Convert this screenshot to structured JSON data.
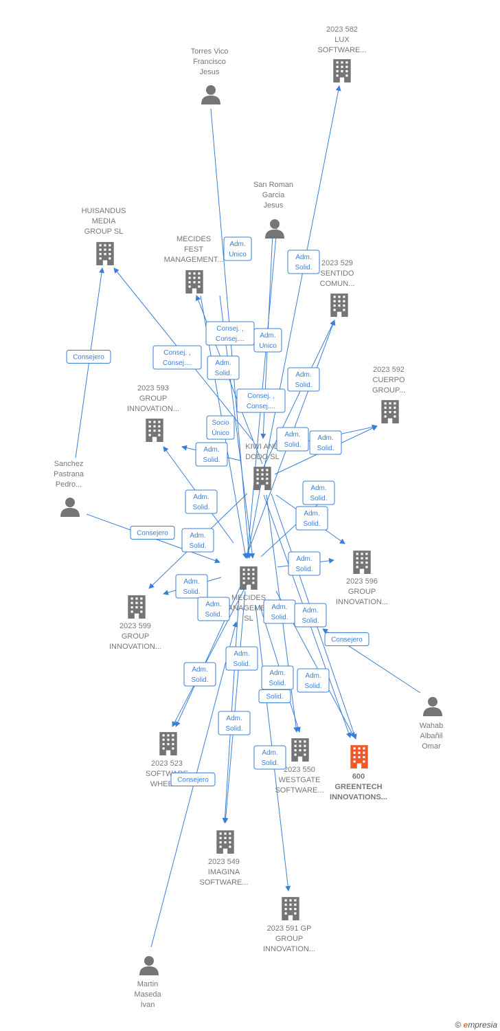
{
  "colors": {
    "edge": "#3a7fd5",
    "node": "#757575",
    "highlight": "#f05a28"
  },
  "nodes": [
    {
      "id": "lux",
      "type": "company",
      "lines": [
        "2023 582",
        "LUX",
        "SOFTWARE..."
      ]
    },
    {
      "id": "torres",
      "type": "person",
      "lines": [
        "Torres Vico",
        "Francisco",
        "Jesus"
      ]
    },
    {
      "id": "sanroman",
      "type": "person",
      "lines": [
        "San Roman",
        "Garcia",
        "Jesus"
      ]
    },
    {
      "id": "huisandus",
      "type": "company",
      "lines": [
        "HUISANDUS",
        "MEDIA",
        "GROUP  SL"
      ]
    },
    {
      "id": "mecidesfest",
      "type": "company",
      "lines": [
        "MECIDES",
        "FEST",
        "MANAGEMENT..."
      ]
    },
    {
      "id": "s529",
      "type": "company",
      "lines": [
        "2023 529",
        "SENTIDO",
        "COMUN..."
      ]
    },
    {
      "id": "s592",
      "type": "company",
      "lines": [
        "2023 592",
        "CUERPO",
        "GROUP..."
      ]
    },
    {
      "id": "s593",
      "type": "company",
      "lines": [
        "2023 593",
        "GROUP",
        "INNOVATION..."
      ]
    },
    {
      "id": "kiwi",
      "type": "company",
      "lines": [
        "KIWI AND",
        "DODO  SL"
      ]
    },
    {
      "id": "sanchez",
      "type": "person",
      "lines": [
        "Sanchez",
        "Pastrana",
        "Pedro..."
      ]
    },
    {
      "id": "s596",
      "type": "company",
      "lines": [
        "2023 596",
        "GROUP",
        "INNOVATION..."
      ]
    },
    {
      "id": "mecidesmgmt",
      "type": "company",
      "lines": [
        "MECIDES",
        "MANAGEMENT",
        "SL"
      ]
    },
    {
      "id": "s599",
      "type": "company",
      "lines": [
        "2023 599",
        "GROUP",
        "INNOVATION..."
      ]
    },
    {
      "id": "wahab",
      "type": "person",
      "lines": [
        "Wahab",
        "Albañil",
        "Omar"
      ]
    },
    {
      "id": "s523",
      "type": "company",
      "lines": [
        "2023 523",
        "SOFTWARE",
        "WHEEL..."
      ]
    },
    {
      "id": "s550",
      "type": "company",
      "lines": [
        "2023 550",
        "WESTGATE",
        "SOFTWARE..."
      ]
    },
    {
      "id": "s600",
      "type": "company",
      "highlight": true,
      "lines": [
        "600",
        "GREENTECH",
        "INNOVATIONS..."
      ]
    },
    {
      "id": "s549",
      "type": "company",
      "lines": [
        "2023 549",
        "IMAGINA",
        "SOFTWARE..."
      ]
    },
    {
      "id": "s591",
      "type": "company",
      "lines": [
        "2023 591 GP",
        "GROUP",
        "INNOVATION..."
      ]
    },
    {
      "id": "martin",
      "type": "person",
      "lines": [
        "Martin",
        "Maseda",
        "Ivan"
      ]
    }
  ],
  "edge_labels": [
    [
      "Adm.",
      "Unico"
    ],
    [
      "Adm.",
      "Solid."
    ],
    [
      "Consej. ,",
      "Consej...."
    ],
    [
      "Adm.",
      "Unico"
    ],
    [
      "Consejero"
    ],
    [
      "Consej. ,",
      "Consej...."
    ],
    [
      "Adm.",
      "Solid."
    ],
    [
      "Adm.",
      "Solid."
    ],
    [
      "Consej. ,",
      "Consej...."
    ],
    [
      "Socio",
      "Único"
    ],
    [
      "Adm.",
      "Solid."
    ],
    [
      "Adm.",
      "Solid."
    ],
    [
      "Adm.",
      "Solid."
    ],
    [
      "Adm.",
      "Solid."
    ],
    [
      "Adm.",
      "Solid."
    ],
    [
      "Consejero"
    ],
    [
      "Adm.",
      "Solid."
    ],
    [
      "Adm.",
      "Solid."
    ],
    [
      "Adm.",
      "Solid."
    ],
    [
      "Adm.",
      "Solid."
    ],
    [
      "Adm.",
      "Solid."
    ],
    [
      "Adm.",
      "Solid."
    ],
    [
      "Adm.",
      "Solid."
    ],
    [
      "Adm.",
      "Solid."
    ],
    [
      "Consejero"
    ],
    [
      "Adm.",
      "Solid."
    ],
    [
      "Adm.",
      "Solid."
    ],
    [
      "Adm.",
      "Solid."
    ],
    [
      "Solid."
    ],
    [
      "Adm.",
      "Solid."
    ],
    [
      "Adm.",
      "Solid."
    ],
    [
      "Consejero"
    ]
  ],
  "footer": {
    "copyright": "©",
    "brand_first": "e",
    "brand_rest": "mpresia"
  }
}
